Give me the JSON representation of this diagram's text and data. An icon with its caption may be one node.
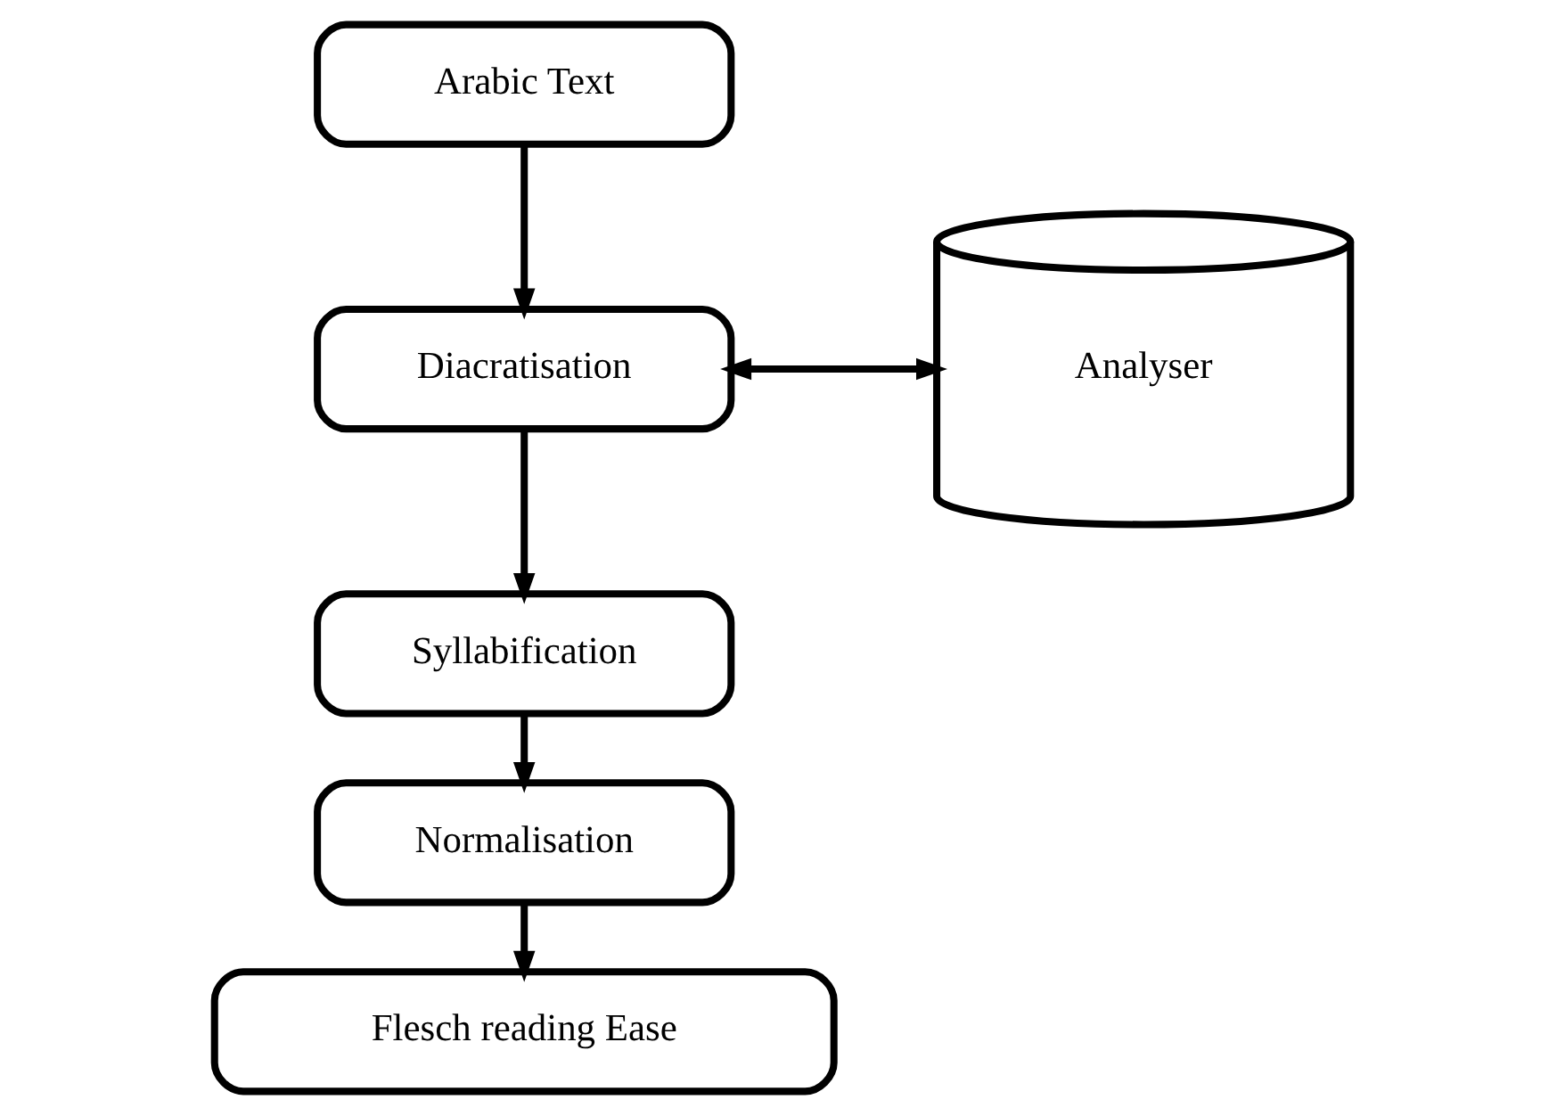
{
  "diagram": {
    "nodes": [
      {
        "text": [
          "Arabic Text"
        ]
      },
      {
        "text": [
          "Diacratisation"
        ]
      },
      {
        "text": [
          "Syllabification"
        ]
      },
      {
        "text": [
          "Normalisation"
        ]
      },
      {
        "text": [
          "Flesch reading Ease"
        ]
      },
      {
        "text": [
          "Analyser"
        ]
      }
    ],
    "edges": [
      {
        "from": 0,
        "to": 1,
        "arrow": "to"
      },
      {
        "from": 1,
        "to": 2,
        "arrow": "to"
      },
      {
        "from": 2,
        "to": 3,
        "arrow": "to"
      },
      {
        "from": 3,
        "to": 4,
        "arrow": "to"
      },
      {
        "from": 1,
        "to": 5,
        "arrow": "both"
      }
    ]
  }
}
